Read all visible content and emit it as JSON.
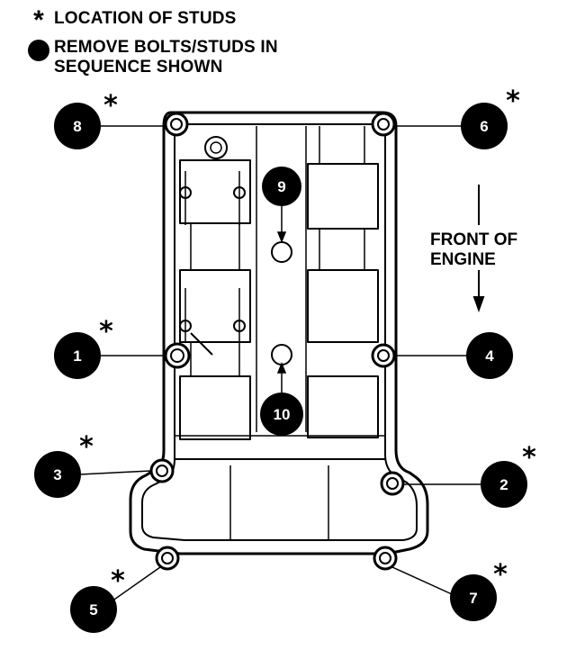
{
  "legend": {
    "studs_symbol": "*",
    "studs_text": "LOCATION OF STUDS",
    "sequence_text": "REMOVE BOLTS/STUDS IN SEQUENCE SHOWN"
  },
  "front_label": "FRONT OF\nENGINE",
  "colors": {
    "ink": "#000000",
    "paper": "#ffffff"
  },
  "callouts": [
    {
      "number": "1",
      "stud": true
    },
    {
      "number": "2",
      "stud": true
    },
    {
      "number": "3",
      "stud": true
    },
    {
      "number": "4",
      "stud": false
    },
    {
      "number": "5",
      "stud": true
    },
    {
      "number": "6",
      "stud": true
    },
    {
      "number": "7",
      "stud": true
    },
    {
      "number": "8",
      "stud": true
    },
    {
      "number": "9",
      "stud": false
    },
    {
      "number": "10",
      "stud": false
    }
  ]
}
